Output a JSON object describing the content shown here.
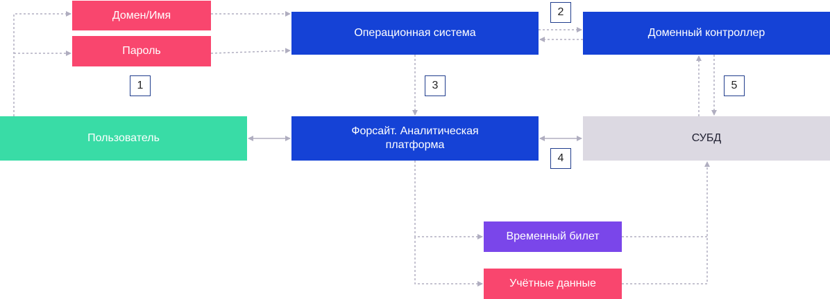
{
  "nodes": {
    "domain_name": "Домен/Имя",
    "password": "Пароль",
    "operating_system": "Операционная система",
    "domain_controller": "Доменный контроллер",
    "user": "Пользователь",
    "foresight_platform": "Форсайт. Аналитическая платформа",
    "dbms": "СУБД",
    "temporary_ticket": "Временный билет",
    "credentials": "Учётные данные"
  },
  "steps": [
    "1",
    "2",
    "3",
    "4",
    "5"
  ],
  "colors": {
    "pink": "#f9466e",
    "blue": "#1542d6",
    "green": "#39dca6",
    "grey": "#dcd9e2",
    "purple": "#7a46ea",
    "connector": "#b0aec0"
  }
}
